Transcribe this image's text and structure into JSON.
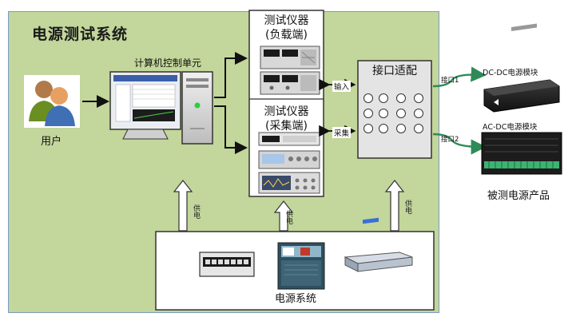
{
  "system": {
    "title": "电源测试系统"
  },
  "user": {
    "label": "用户"
  },
  "computer": {
    "label": "计算机控制单元"
  },
  "instrument_load": {
    "title_line1": "测试仪器",
    "title_line2": "(负载端)"
  },
  "instrument_collect": {
    "title_line1": "测试仪器",
    "title_line2": "(采集端)"
  },
  "interface": {
    "title": "接口适配",
    "input_label": "输入",
    "collect_label": "采集"
  },
  "ports": {
    "port1": "接口1",
    "port2": "接口2"
  },
  "dut": {
    "module1": "DC-DC电源模块",
    "module2": "AC-DC电源模块",
    "title": "被测电源产品"
  },
  "power_supply": {
    "label": "供电"
  },
  "power_system": {
    "label": "电源系统"
  },
  "colors": {
    "panel_green": "#c3d69b",
    "panel_border": "#7a9cc6",
    "dashed_border": "#2b3f6b",
    "arrow_green": "#2e8b57"
  }
}
